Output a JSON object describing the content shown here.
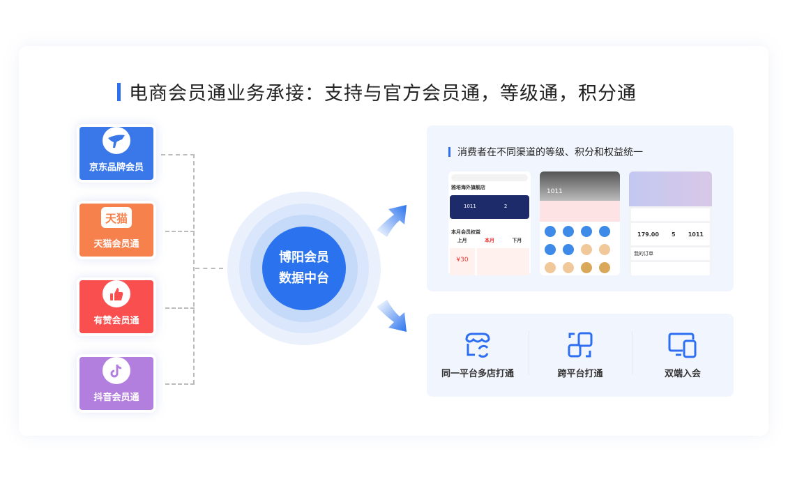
{
  "title": "电商会员通业务承接：支持与官方会员通，等级通，积分通",
  "sources": [
    {
      "label": "京东品牌会员",
      "color": "#3a78ea",
      "icon": "jd-dog-icon"
    },
    {
      "label": "天猫会员通",
      "color": "#f7814d",
      "icon": "tmall-icon",
      "icon_text": "天猫"
    },
    {
      "label": "有赞会员通",
      "color": "#f94f4f",
      "icon": "thumbs-up-icon"
    },
    {
      "label": "抖音会员通",
      "color": "#b37fdf",
      "icon": "douyin-icon"
    }
  ],
  "hub": {
    "line1": "博阳会员",
    "line2": "数据中台",
    "color": "#2b73ee"
  },
  "unified": {
    "title": "消费者在不同渠道的等级、积分和权益统一",
    "phone1": {
      "store": "雅培海外旗舰店",
      "points": "1011",
      "count": "2",
      "month_title": "本月会员权益",
      "months": [
        "上月",
        "本月",
        "下月"
      ],
      "coupon": "¥30"
    },
    "phone2": {
      "points": "1011"
    },
    "phone3": {
      "balance": "179.00",
      "coupons": "5",
      "points": "1011",
      "orders": "我的订单"
    }
  },
  "features": [
    {
      "label": "同一平台多店打通",
      "icon": "store-sync-icon"
    },
    {
      "label": "跨平台打通",
      "icon": "cross-platform-icon"
    },
    {
      "label": "双端入会",
      "icon": "devices-icon"
    }
  ],
  "colors": {
    "accent": "#2e6ff2",
    "panel": "#f1f5fd"
  }
}
